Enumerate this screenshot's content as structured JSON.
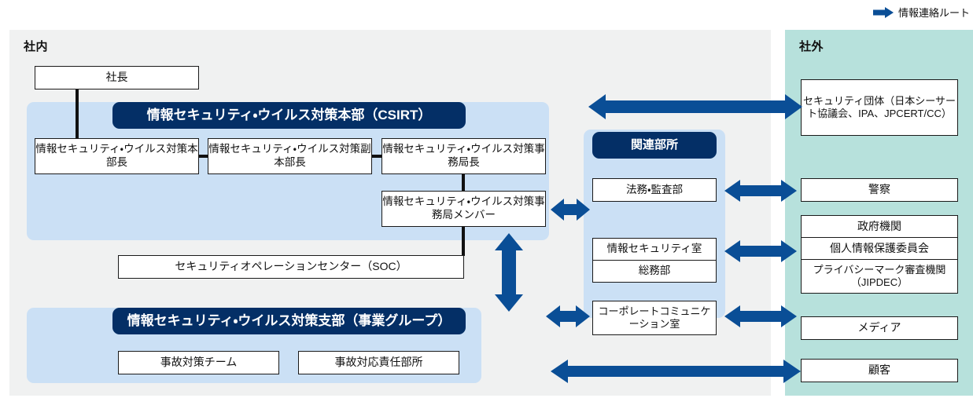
{
  "legend": {
    "label": "情報連絡ルート",
    "arrow_icon": "right-arrow-icon",
    "arrow_color": "#0a4e96"
  },
  "colors": {
    "navy": "#042f66",
    "arrow_blue": "#0a4e96",
    "panel_internal_bg": "#f0f1f1",
    "panel_external_bg": "#b7e1dc",
    "group_bg": "#cbe0f5",
    "box_bg": "#ffffff",
    "box_border": "#1a1a1a"
  },
  "internal": {
    "title": "社内",
    "president": "社長",
    "csirt": {
      "header": "情報セキュリティ・ウイルス対策本部（CSIRT）",
      "members": [
        "情報セキュリティ・ウイルス対策本部長",
        "情報セキュリティ・ウイルス対策副本部長",
        "情報セキュリティ・ウイルス対策事務局長",
        "情報セキュリティ・ウイルス対策事務局メンバー"
      ]
    },
    "soc": "セキュリティオペレーションセンター（SOC）",
    "branch": {
      "header": "情報セキュリティ・ウイルス対策支部（事業グループ）",
      "members": [
        "事故対策チーム",
        "事故対応責任部所"
      ]
    },
    "related": {
      "header": "関連部所",
      "groups": [
        {
          "items": [
            "法務・監査部"
          ]
        },
        {
          "items": [
            "情報セキュリティ室",
            "総務部"
          ]
        },
        {
          "items": [
            "コーポレートコミュニケーション室"
          ]
        }
      ]
    }
  },
  "external": {
    "title": "社外",
    "groups": [
      {
        "items": [
          "セキュリティ団体（日本シーサート協議会、IPA、JPCERT/CC）"
        ]
      },
      {
        "items": [
          "警察"
        ]
      },
      {
        "items": [
          "政府機関",
          "個人情報保護委員会",
          "プライバシーマーク審査機関（JIPDEC）"
        ]
      },
      {
        "items": [
          "メディア"
        ]
      },
      {
        "items": [
          "顧客"
        ]
      }
    ]
  },
  "arrows": [
    {
      "name": "csirt-to-security-organizations",
      "direction": "bidirectional-horizontal"
    },
    {
      "name": "related-to-police",
      "direction": "bidirectional-horizontal"
    },
    {
      "name": "related-to-government",
      "direction": "bidirectional-horizontal"
    },
    {
      "name": "corporate-comm-to-media",
      "direction": "bidirectional-horizontal"
    },
    {
      "name": "csirt-to-corporate-comm",
      "direction": "bidirectional-horizontal"
    },
    {
      "name": "secretariat-members-to-related",
      "direction": "bidirectional-horizontal"
    },
    {
      "name": "csirt-to-branch",
      "direction": "bidirectional-vertical"
    },
    {
      "name": "branch-to-customer",
      "direction": "bidirectional-horizontal"
    }
  ]
}
